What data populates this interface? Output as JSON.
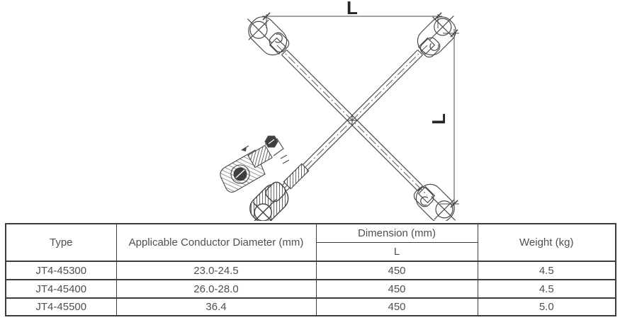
{
  "diagram": {
    "title": "quad-spacer-damper-outline-drawing",
    "dim_label_top": "L",
    "dim_label_right": "L"
  },
  "table": {
    "headers": {
      "type": "Type",
      "diameter": "Applicable Conductor Diameter (mm)",
      "dimension": "Dimension (mm)",
      "dimension_sub": "L",
      "weight": "Weight (kg)"
    },
    "rows": [
      {
        "type": "JT4-45300",
        "diameter": "23.0-24.5",
        "l": "450",
        "weight": "4.5"
      },
      {
        "type": "JT4-45400",
        "diameter": "26.0-28.0",
        "l": "450",
        "weight": "4.5"
      },
      {
        "type": "JT4-45500",
        "diameter": "36.4",
        "l": "450",
        "weight": "5.0"
      }
    ]
  },
  "colors": {
    "line": "#4a4a4a",
    "table_border": "#3c3c3c",
    "text": "#4f4f4f"
  }
}
